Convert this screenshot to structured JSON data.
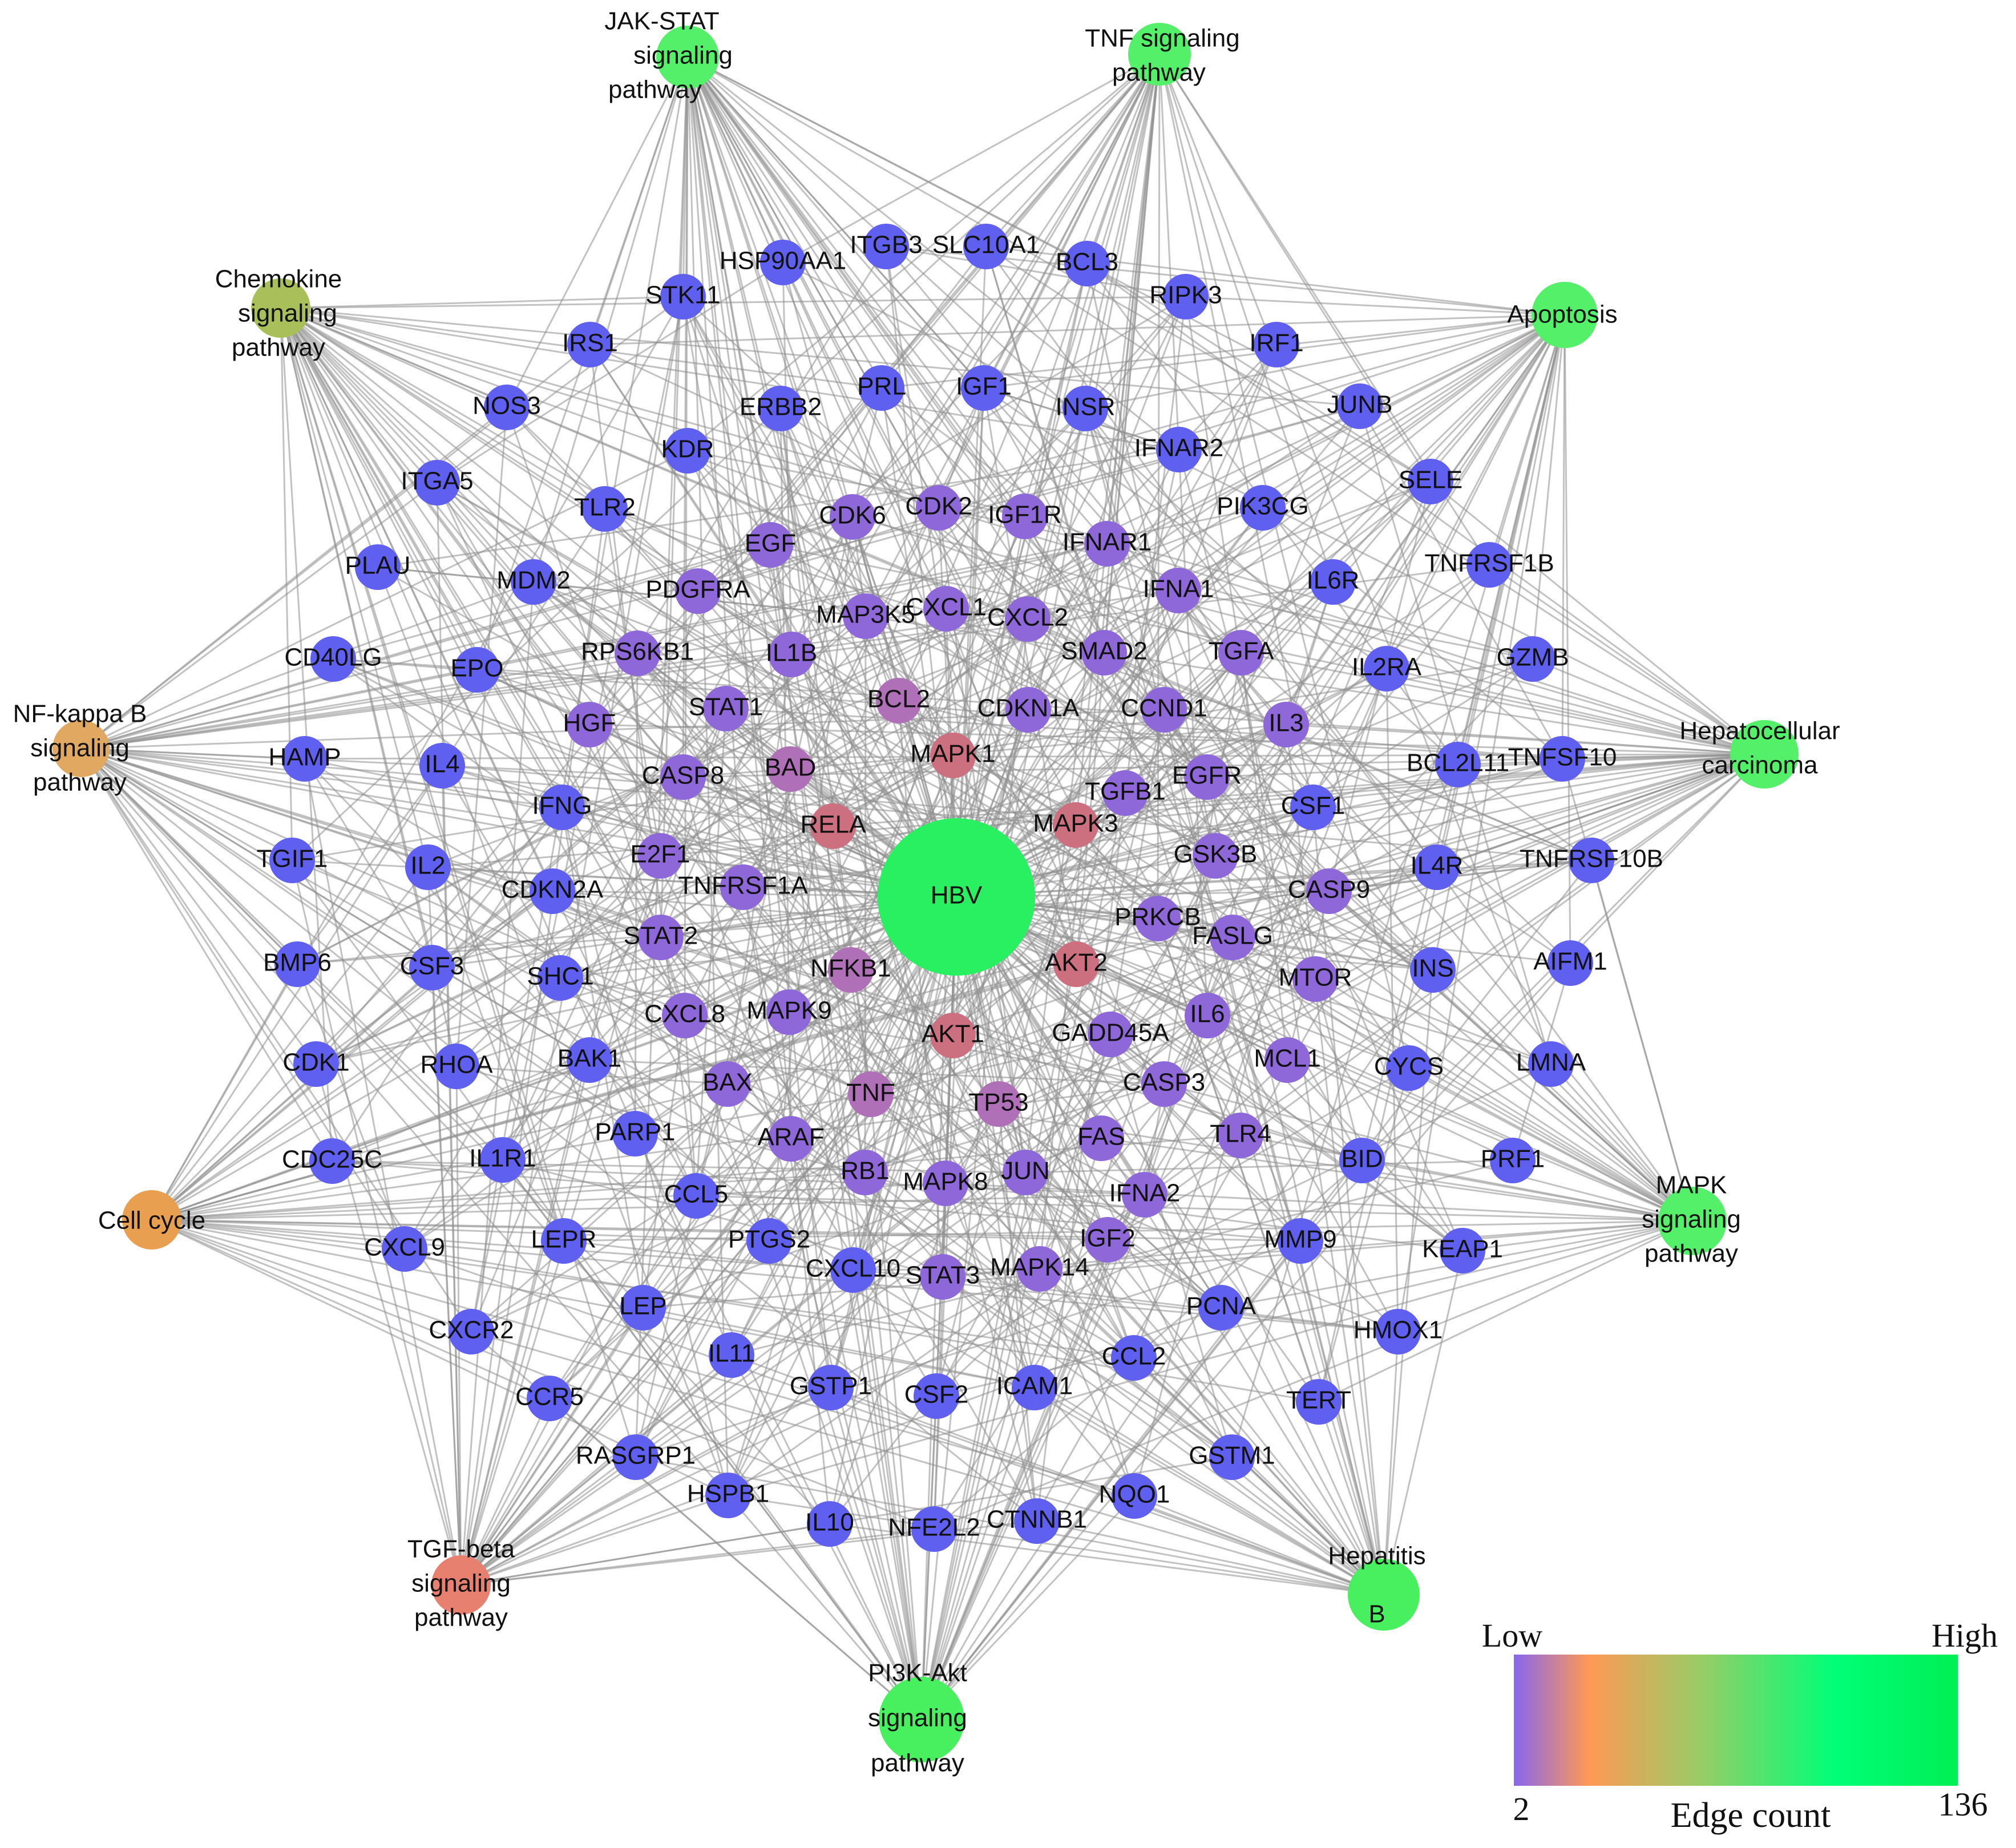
{
  "central": {
    "label": "HBV",
    "color": "#28f060"
  },
  "pathways": [
    {
      "label": "JAK-STAT\nsignaling\npathway",
      "color": "#55f06a"
    },
    {
      "label": "TNF signaling\npathway",
      "color": "#55f06a"
    },
    {
      "label": "Chemokine\nsignaling\npathway",
      "color": "#a8bf5a"
    },
    {
      "label": "Apoptosis",
      "color": "#55f06a"
    },
    {
      "label": "NF-kappa B\nsignaling\npathway",
      "color": "#e0a860"
    },
    {
      "label": "Hepatocellular\ncarcinoma",
      "color": "#55f06a"
    },
    {
      "label": "Cell cycle",
      "color": "#e8a050"
    },
    {
      "label": "MAPK\nsignaling\npathway",
      "color": "#55f06a"
    },
    {
      "label": "TGF-beta\nsignaling\npathway",
      "color": "#e88070"
    },
    {
      "label": "Hepatitis\nB",
      "color": "#48f060"
    },
    {
      "label": "PI3K-Akt\nsignaling\npathway",
      "color": "#48f060"
    }
  ],
  "genes": [
    {
      "label": "ITGB3",
      "tier": 0
    },
    {
      "label": "SLC10A1",
      "tier": 0
    },
    {
      "label": "HSP90AA1",
      "tier": 0
    },
    {
      "label": "BCL3",
      "tier": 0
    },
    {
      "label": "STK11",
      "tier": 0
    },
    {
      "label": "RIPK3",
      "tier": 0
    },
    {
      "label": "IRS1",
      "tier": 0
    },
    {
      "label": "IRF1",
      "tier": 0
    },
    {
      "label": "PRL",
      "tier": 0
    },
    {
      "label": "IGF1",
      "tier": 0
    },
    {
      "label": "NOS3",
      "tier": 0
    },
    {
      "label": "ERBB2",
      "tier": 0
    },
    {
      "label": "INSR",
      "tier": 0
    },
    {
      "label": "JUNB",
      "tier": 0
    },
    {
      "label": "KDR",
      "tier": 0
    },
    {
      "label": "IFNAR2",
      "tier": 0
    },
    {
      "label": "ITGA5",
      "tier": 0
    },
    {
      "label": "SELE",
      "tier": 0
    },
    {
      "label": "TLR2",
      "tier": 0
    },
    {
      "label": "CDK6",
      "tier": 1
    },
    {
      "label": "CDK2",
      "tier": 1
    },
    {
      "label": "IGF1R",
      "tier": 1
    },
    {
      "label": "PIK3CG",
      "tier": 0
    },
    {
      "label": "EGF",
      "tier": 1
    },
    {
      "label": "IFNAR1",
      "tier": 1
    },
    {
      "label": "TNFRSF1B",
      "tier": 0
    },
    {
      "label": "PLAU",
      "tier": 0
    },
    {
      "label": "MDM2",
      "tier": 0
    },
    {
      "label": "PDGFRA",
      "tier": 1
    },
    {
      "label": "IFNA1",
      "tier": 1
    },
    {
      "label": "IL6R",
      "tier": 0
    },
    {
      "label": "MAP3K5",
      "tier": 1
    },
    {
      "label": "CXCL1",
      "tier": 1
    },
    {
      "label": "CXCL2",
      "tier": 1
    },
    {
      "label": "CD40LG",
      "tier": 0
    },
    {
      "label": "EPO",
      "tier": 0
    },
    {
      "label": "RPS6KB1",
      "tier": 1
    },
    {
      "label": "IL1B",
      "tier": 1
    },
    {
      "label": "SMAD2",
      "tier": 1
    },
    {
      "label": "TGFA",
      "tier": 1
    },
    {
      "label": "IL2RA",
      "tier": 0
    },
    {
      "label": "GZMB",
      "tier": 0
    },
    {
      "label": "BCL2",
      "tier": 2
    },
    {
      "label": "STAT1",
      "tier": 1
    },
    {
      "label": "CDKN1A",
      "tier": 1
    },
    {
      "label": "CCND1",
      "tier": 1
    },
    {
      "label": "HGF",
      "tier": 1
    },
    {
      "label": "IL3",
      "tier": 1
    },
    {
      "label": "HAMP",
      "tier": 0
    },
    {
      "label": "IL4",
      "tier": 0
    },
    {
      "label": "MAPK1",
      "tier": 3
    },
    {
      "label": "BAD",
      "tier": 2
    },
    {
      "label": "CASP8",
      "tier": 1
    },
    {
      "label": "BCL2L11",
      "tier": 0
    },
    {
      "label": "TNFSF10",
      "tier": 0
    },
    {
      "label": "EGFR",
      "tier": 1
    },
    {
      "label": "TGFB1",
      "tier": 1
    },
    {
      "label": "IFNG",
      "tier": 0
    },
    {
      "label": "CSF1",
      "tier": 0
    },
    {
      "label": "RELA",
      "tier": 3
    },
    {
      "label": "MAPK3",
      "tier": 3
    },
    {
      "label": "TGIF1",
      "tier": 0
    },
    {
      "label": "IL2",
      "tier": 0
    },
    {
      "label": "E2F1",
      "tier": 1
    },
    {
      "label": "GSK3B",
      "tier": 1
    },
    {
      "label": "TNFRSF10B",
      "tier": 0
    },
    {
      "label": "IL4R",
      "tier": 0
    },
    {
      "label": "CDKN2A",
      "tier": 0
    },
    {
      "label": "TNFRSF1A",
      "tier": 1
    },
    {
      "label": "CASP9",
      "tier": 1
    },
    {
      "label": "PRKCB",
      "tier": 1
    },
    {
      "label": "STAT2",
      "tier": 1
    },
    {
      "label": "FASLG",
      "tier": 1
    },
    {
      "label": "BMP6",
      "tier": 0
    },
    {
      "label": "CSF3",
      "tier": 0
    },
    {
      "label": "AKT2",
      "tier": 3
    },
    {
      "label": "NFKB1",
      "tier": 2
    },
    {
      "label": "AIFM1",
      "tier": 0
    },
    {
      "label": "SHC1",
      "tier": 0
    },
    {
      "label": "INS",
      "tier": 0
    },
    {
      "label": "MTOR",
      "tier": 1
    },
    {
      "label": "CXCL8",
      "tier": 1
    },
    {
      "label": "MAPK9",
      "tier": 1
    },
    {
      "label": "IL6",
      "tier": 1
    },
    {
      "label": "GADD45A",
      "tier": 1
    },
    {
      "label": "CDK1",
      "tier": 0
    },
    {
      "label": "RHOA",
      "tier": 0
    },
    {
      "label": "BAK1",
      "tier": 0
    },
    {
      "label": "AKT1",
      "tier": 3
    },
    {
      "label": "MCL1",
      "tier": 1
    },
    {
      "label": "CYCS",
      "tier": 0
    },
    {
      "label": "LMNA",
      "tier": 0
    },
    {
      "label": "BAX",
      "tier": 1
    },
    {
      "label": "CASP3",
      "tier": 1
    },
    {
      "label": "TNF",
      "tier": 2
    },
    {
      "label": "TP53",
      "tier": 2
    },
    {
      "label": "CDC25C",
      "tier": 0
    },
    {
      "label": "PARP1",
      "tier": 0
    },
    {
      "label": "ARAF",
      "tier": 1
    },
    {
      "label": "FAS",
      "tier": 1
    },
    {
      "label": "TLR4",
      "tier": 1
    },
    {
      "label": "IL1R1",
      "tier": 0
    },
    {
      "label": "BID",
      "tier": 0
    },
    {
      "label": "PRF1",
      "tier": 0
    },
    {
      "label": "RB1",
      "tier": 1
    },
    {
      "label": "MAPK8",
      "tier": 1
    },
    {
      "label": "JUN",
      "tier": 1
    },
    {
      "label": "CCL5",
      "tier": 0
    },
    {
      "label": "IFNA2",
      "tier": 1
    },
    {
      "label": "CXCL9",
      "tier": 0
    },
    {
      "label": "LEPR",
      "tier": 0
    },
    {
      "label": "PTGS2",
      "tier": 0
    },
    {
      "label": "MMP9",
      "tier": 0
    },
    {
      "label": "KEAP1",
      "tier": 0
    },
    {
      "label": "IGF2",
      "tier": 1
    },
    {
      "label": "CXCL10",
      "tier": 0
    },
    {
      "label": "STAT3",
      "tier": 1
    },
    {
      "label": "MAPK14",
      "tier": 1
    },
    {
      "label": "LEP",
      "tier": 0
    },
    {
      "label": "CXCR2",
      "tier": 0
    },
    {
      "label": "PCNA",
      "tier": 0
    },
    {
      "label": "HMOX1",
      "tier": 0
    },
    {
      "label": "IL11",
      "tier": 0
    },
    {
      "label": "CCL2",
      "tier": 0
    },
    {
      "label": "GSTP1",
      "tier": 0
    },
    {
      "label": "CSF2",
      "tier": 0
    },
    {
      "label": "ICAM1",
      "tier": 0
    },
    {
      "label": "CCR5",
      "tier": 0
    },
    {
      "label": "TERT",
      "tier": 0
    },
    {
      "label": "RASGRP1",
      "tier": 0
    },
    {
      "label": "GSTM1",
      "tier": 0
    },
    {
      "label": "HSPB1",
      "tier": 0
    },
    {
      "label": "NQO1",
      "tier": 0
    },
    {
      "label": "IL10",
      "tier": 0
    },
    {
      "label": "NFE2L2",
      "tier": 0
    },
    {
      "label": "CTNNB1",
      "tier": 0
    }
  ],
  "tier_colors": [
    "#6060f0",
    "#8e68d8",
    "#b070b8",
    "#cc7080"
  ],
  "legend": {
    "low": "Low",
    "high": "High",
    "min": "2",
    "max": "136",
    "title": "Edge count",
    "gradient": [
      "#8866ee",
      "#ff9955",
      "#99cc66",
      "#00ff77",
      "#00ee55"
    ]
  }
}
